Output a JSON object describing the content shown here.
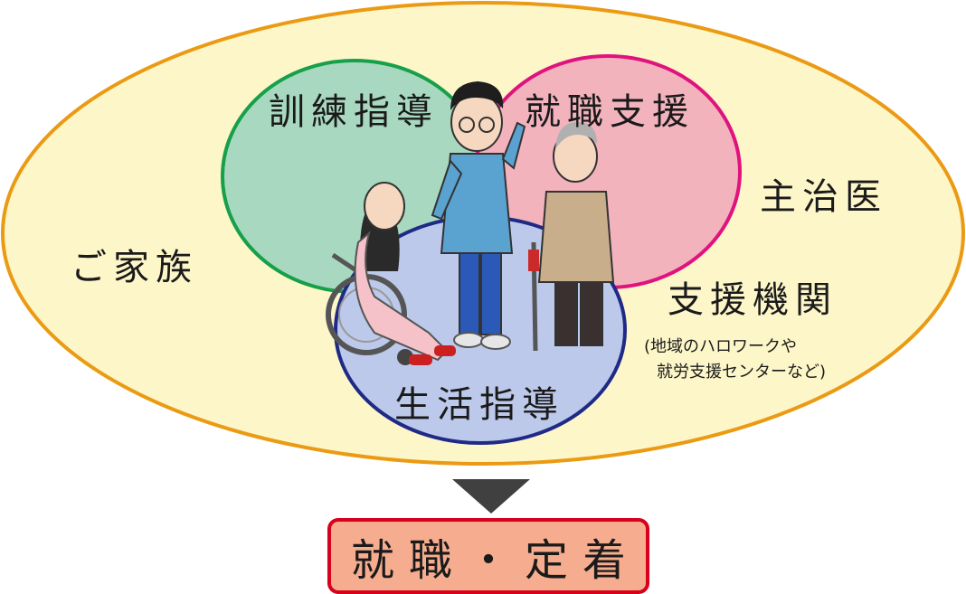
{
  "labels": {
    "training": "訓練指導",
    "employment_support": "就職支援",
    "life_guidance": "生活指導",
    "family": "ご家族",
    "doctor": "主治医",
    "support_org": "支援機関",
    "support_org_note_1": "(地域のハロワークや",
    "support_org_note_2": "就労支援センターなど)"
  },
  "result": "就職・定着",
  "colors": {
    "outer_fill": "#fdf6c9",
    "outer_stroke": "#eb9a13",
    "green_fill": "#a8d8c0",
    "green_stroke": "#16a04a",
    "pink_fill": "#f3b3bd",
    "pink_stroke": "#e0137e",
    "blue_fill": "#bcc9ea",
    "blue_stroke": "#1f2a86",
    "result_fill": "#f6ad8f",
    "result_border": "#d9001b",
    "arrow": "#404040"
  }
}
